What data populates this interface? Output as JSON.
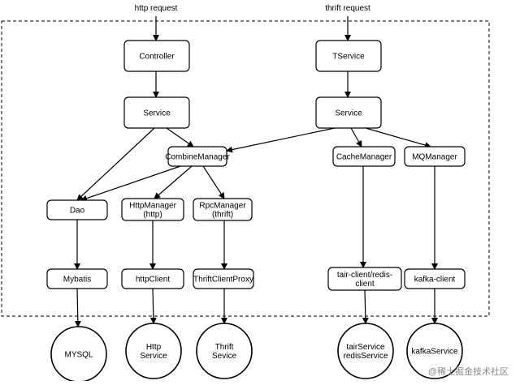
{
  "diagram": {
    "inputs": [
      {
        "id": "http_in",
        "text": "http request"
      },
      {
        "id": "thrift_in",
        "text": "thrift request"
      }
    ],
    "nodes": [
      {
        "id": "controller",
        "lines": [
          "Controller"
        ],
        "shape": "box"
      },
      {
        "id": "tservice",
        "lines": [
          "TService"
        ],
        "shape": "box"
      },
      {
        "id": "service_left",
        "lines": [
          "Service"
        ],
        "shape": "box"
      },
      {
        "id": "service_right",
        "lines": [
          "Service"
        ],
        "shape": "box"
      },
      {
        "id": "combine",
        "lines": [
          "CombineManager"
        ],
        "shape": "box"
      },
      {
        "id": "cache",
        "lines": [
          "CacheManager"
        ],
        "shape": "box"
      },
      {
        "id": "mq",
        "lines": [
          "MQManager"
        ],
        "shape": "box"
      },
      {
        "id": "dao",
        "lines": [
          "Dao"
        ],
        "shape": "box"
      },
      {
        "id": "httpmgr",
        "lines": [
          "HttpManager",
          "(http)"
        ],
        "shape": "box"
      },
      {
        "id": "rpcmgr",
        "lines": [
          "RpcManager",
          "(thrift)"
        ],
        "shape": "box"
      },
      {
        "id": "mybatis",
        "lines": [
          "Mybatis"
        ],
        "shape": "box"
      },
      {
        "id": "httpclient",
        "lines": [
          "httpClient"
        ],
        "shape": "box"
      },
      {
        "id": "thriftproxy",
        "lines": [
          "ThriftClientProxy"
        ],
        "shape": "box"
      },
      {
        "id": "tair",
        "lines": [
          "tair-client/redis-",
          "client"
        ],
        "shape": "box"
      },
      {
        "id": "kafka",
        "lines": [
          "kafka-client"
        ],
        "shape": "box"
      },
      {
        "id": "mysql",
        "lines": [
          "MYSQL"
        ],
        "shape": "circle"
      },
      {
        "id": "httpservice",
        "lines": [
          "Http",
          "Service"
        ],
        "shape": "circle"
      },
      {
        "id": "thriftsevice",
        "lines": [
          "Thrift",
          "Sevice"
        ],
        "shape": "circle"
      },
      {
        "id": "tairservice",
        "lines": [
          "tairService",
          "redisService"
        ],
        "shape": "circle"
      },
      {
        "id": "kafkaservice",
        "lines": [
          "kafkaService"
        ],
        "shape": "circle"
      }
    ],
    "edges": [
      {
        "from": "http_in",
        "to": "controller"
      },
      {
        "from": "thrift_in",
        "to": "tservice"
      },
      {
        "from": "controller",
        "to": "service_left"
      },
      {
        "from": "tservice",
        "to": "service_right"
      },
      {
        "from": "service_left",
        "to": "dao"
      },
      {
        "from": "service_left",
        "to": "combine"
      },
      {
        "from": "service_right",
        "to": "combine"
      },
      {
        "from": "service_right",
        "to": "cache"
      },
      {
        "from": "service_right",
        "to": "mq"
      },
      {
        "from": "combine",
        "to": "dao"
      },
      {
        "from": "combine",
        "to": "httpmgr"
      },
      {
        "from": "combine",
        "to": "rpcmgr"
      },
      {
        "from": "dao",
        "to": "mybatis"
      },
      {
        "from": "httpmgr",
        "to": "httpclient"
      },
      {
        "from": "rpcmgr",
        "to": "thriftproxy"
      },
      {
        "from": "cache",
        "to": "tair"
      },
      {
        "from": "mq",
        "to": "kafka"
      },
      {
        "from": "mybatis",
        "to": "mysql"
      },
      {
        "from": "httpclient",
        "to": "httpservice"
      },
      {
        "from": "thriftproxy",
        "to": "thriftsevice"
      },
      {
        "from": "tair",
        "to": "tairservice"
      },
      {
        "from": "kafka",
        "to": "kafkaservice"
      }
    ],
    "watermark": "@稀土掘金技术社区"
  }
}
